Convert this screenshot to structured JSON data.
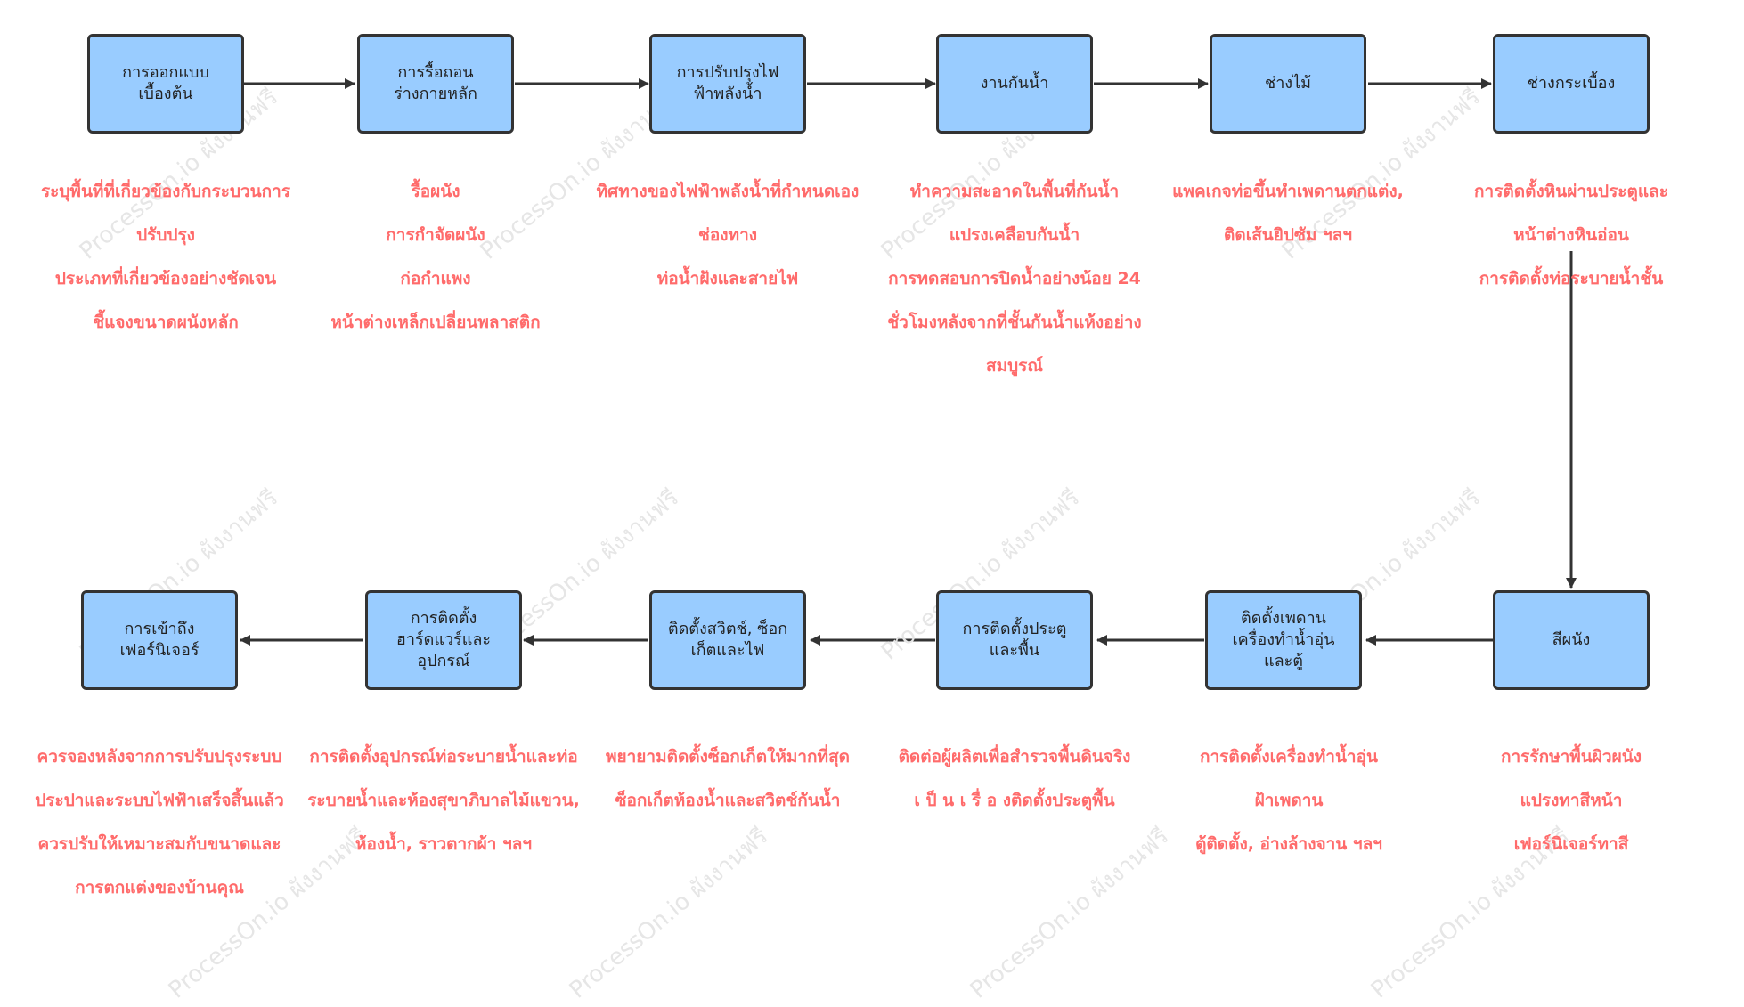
{
  "colors": {
    "box_fill": "#99ccff",
    "box_border": "#333333",
    "note_text": "#ff6b6b",
    "connector": "#333333",
    "watermark": "#e6e6e6"
  },
  "watermark_text": "ProcessOn.io ผังงานฟรี",
  "row1": [
    {
      "label": "การออกแบบ\nเบื้องต้น",
      "note": "ระบุพื้นที่ที่เกี่ยวข้องกับกระบวนการ\nปรับปรุง\nประเภทที่เกี่ยวข้องอย่างชัดเจน\nชี้แจงขนาดผนังหลัก"
    },
    {
      "label": "การรื้อถอน\nร่างกายหลัก",
      "note": "รื้อผนัง\nการกำจัดผนัง\nก่อกำแพง\nหน้าต่างเหล็กเปลี่ยนพลาสติก"
    },
    {
      "label": "การปรับปรุงไฟ\nฟ้าพลังน้ำ",
      "note": "ทิศทางของไฟฟ้าพลังน้ำที่กำหนดเอง\nช่องทาง\nท่อน้ำฝังและสายไฟ"
    },
    {
      "label": "งานกันน้ำ",
      "note": "ทำความสะอาดในพื้นที่กันน้ำ\nแปรงเคลือบกันน้ำ\nการทดสอบการปิดน้ำอย่างน้อย 24\nชั่วโมงหลังจากที่ชั้นกันน้ำแห้งอย่าง\nสมบูรณ์"
    },
    {
      "label": "ช่างไม้",
      "note": "แพคเกจท่อขึ้นทำเพดานตกแต่ง,\nติดเส้นยิปซัม ฯลฯ"
    },
    {
      "label": "ช่างกระเบื้อง",
      "note": "การติดตั้งหินผ่านประตูและ\nหน้าต่างหินอ่อน\nการติดตั้งท่อระบายน้ำชั้น"
    }
  ],
  "row2": [
    {
      "label": "สีผนัง",
      "note": "การรักษาพื้นผิวผนัง\nแปรงทาสีหน้า\nเฟอร์นิเจอร์ทาสี"
    },
    {
      "label": "ติดตั้งเพดาน\nเครื่องทำน้ำอุ่น\nและตู้",
      "note": "การติดตั้งเครื่องทำน้ำอุ่น\nฝ้าเพดาน\nตู้ติดตั้ง, อ่างล้างจาน ฯลฯ"
    },
    {
      "label": "การติดตั้งประตู\nและพื้น",
      "note": "ติดต่อผู้ผลิตเพื่อสำรวจพื้นดินจริง\nเ ป็ น เ รื่ อ งติดตั้งประตูพื้น"
    },
    {
      "label": "ติดตั้งสวิตช์, ซ็อก\nเก็ตและไฟ",
      "note": "พยายามติดตั้งซ็อกเก็ตให้มากที่สุด\nซ็อกเก็ตห้องน้ำและสวิตช์กันน้ำ"
    },
    {
      "label": "การติดตั้ง\nฮาร์ดแวร์และ\nอุปกรณ์",
      "note": "การติดตั้งอุปกรณ์ท่อระบายน้ำและท่อ\nระบายน้ำและห้องสุขาภิบาลไม้แขวน,\nห้องน้ำ, ราวตากผ้า ฯลฯ"
    },
    {
      "label": "การเข้าถึง\nเฟอร์นิเจอร์",
      "note": "ควรจองหลังจากการปรับปรุงระบบ\nประปาและระบบไฟฟ้าเสร็จสิ้นแล้ว\nควรปรับให้เหมาะสมกับขนาดและ\nการตกแต่งของบ้านคุณ"
    }
  ]
}
